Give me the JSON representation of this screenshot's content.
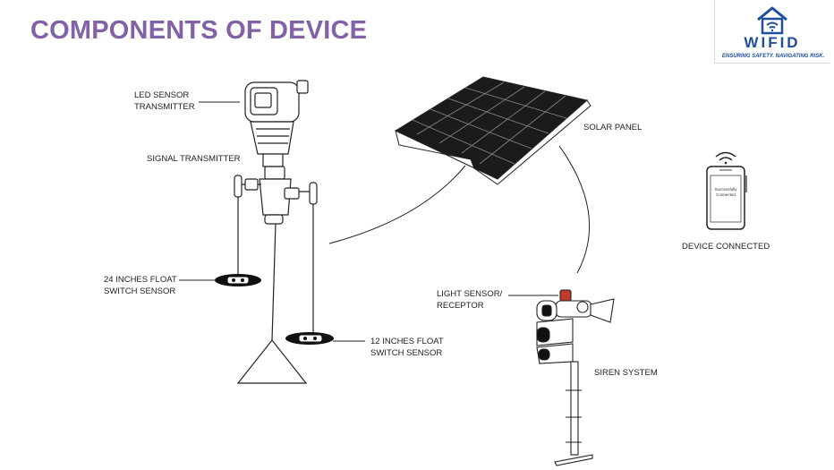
{
  "slide": {
    "title": "COMPONENTS OF DEVICE"
  },
  "logo": {
    "name": "WIFID",
    "tagline": "ENSURING SAFETY. NAVIGATING RISK.",
    "icon": "house-wifi-icon",
    "color": "#1f4e9c"
  },
  "labels": {
    "led_sensor": [
      "LED SENSOR",
      "TRANSMITTER"
    ],
    "signal_transmitter": "SIGNAL TRANSMITTER",
    "float_24": [
      "24 INCHES FLOAT",
      "SWITCH SENSOR"
    ],
    "float_12": [
      "12 INCHES FLOAT",
      "SWITCH SENSOR"
    ],
    "solar_panel": "SOLAR PANEL",
    "device_connected": "DEVICE CONNECTED",
    "light_sensor": [
      "LIGHT SENSOR/",
      "RECEPTOR"
    ],
    "siren_system": "SIREN  SYSTEM"
  },
  "phone": {
    "screen_text": [
      "Successfully",
      "Connected"
    ],
    "icon": "wifi-icon"
  },
  "colors": {
    "title": "#8162a6",
    "ink": "#222222",
    "sensor_red": "#c0392b"
  }
}
